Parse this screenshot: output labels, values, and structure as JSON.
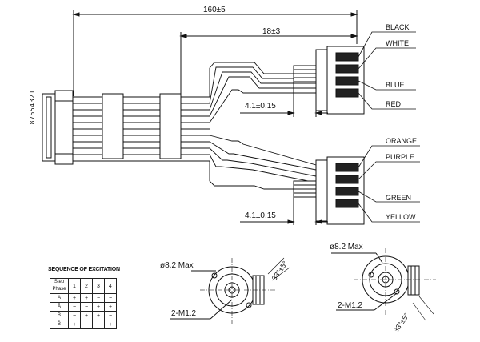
{
  "dimensions": {
    "overall_length": "160±5",
    "lead_length": "18±3",
    "shaft_offset_top": "4.1±0.15",
    "shaft_offset_bottom": "4.1±0.15"
  },
  "connector": {
    "pin_numbers": "87654321"
  },
  "wire_colors": {
    "top": [
      "BLACK",
      "WHITE",
      "BLUE",
      "RED"
    ],
    "bottom": [
      "ORANGE",
      "PURPLE",
      "GREEN",
      "YELLOW"
    ]
  },
  "front_views": {
    "left": {
      "diameter": "ø8.2 Max",
      "angle": "33°±5°",
      "screw": "2-M1.2"
    },
    "right": {
      "diameter": "ø8.2 Max",
      "angle": "33°±5°",
      "screw": "2-M1.2"
    }
  },
  "excitation_table": {
    "title": "SEQUENCE OF EXCITATION",
    "header_corner": "Step Phase",
    "columns": [
      "1",
      "2",
      "3",
      "4"
    ],
    "rows": [
      {
        "phase": "A",
        "cells": [
          "+",
          "+",
          "−",
          "−"
        ]
      },
      {
        "phase": "Ā",
        "cells": [
          "−",
          "−",
          "+",
          "+"
        ]
      },
      {
        "phase": "B",
        "cells": [
          "−",
          "+",
          "+",
          "−"
        ]
      },
      {
        "phase": "B̄",
        "cells": [
          "+",
          "−",
          "−",
          "+"
        ]
      }
    ]
  }
}
